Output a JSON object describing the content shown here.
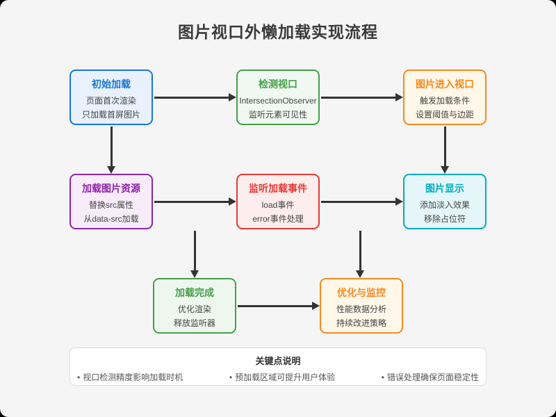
{
  "title": "图片视口外懒加载实现流程",
  "colors": {
    "canvas_bg": "#f5f5f5",
    "arrow": "#333333",
    "title_text": "#3a3a3a",
    "body_text": "#444444"
  },
  "nodes": [
    {
      "id": "initial-load",
      "title": "初始加载",
      "lines": [
        "页面首次渲染",
        "只加载首屏图片"
      ],
      "border_color": "#1976d2",
      "bg_color": "#e8f1fc",
      "title_color": "#1976d2"
    },
    {
      "id": "detect-viewport",
      "title": "检测视口",
      "lines": [
        "IntersectionObserver",
        "监听元素可见性"
      ],
      "border_color": "#43a047",
      "bg_color": "#f1f8f1",
      "title_color": "#43a047"
    },
    {
      "id": "image-enter-viewport",
      "title": "图片进入视口",
      "lines": [
        "触发加载条件",
        "设置阈值与边距"
      ],
      "border_color": "#f6891f",
      "bg_color": "#fff7e8",
      "title_color": "#f6891f"
    },
    {
      "id": "load-image-resource",
      "title": "加载图片资源",
      "lines": [
        "替换src属性",
        "从data-src加载"
      ],
      "border_color": "#8e24aa",
      "bg_color": "#f8ecfa",
      "title_color": "#8e24aa"
    },
    {
      "id": "listen-load-events",
      "title": "监听加载事件",
      "lines": [
        "load事件",
        "error事件处理"
      ],
      "border_color": "#e53935",
      "bg_color": "#fdeded",
      "title_color": "#e53935"
    },
    {
      "id": "image-display",
      "title": "图片显示",
      "lines": [
        "添加淡入效果",
        "移除占位符"
      ],
      "border_color": "#00acc1",
      "bg_color": "#e4f6f9",
      "title_color": "#00acc1"
    },
    {
      "id": "load-complete",
      "title": "加载完成",
      "lines": [
        "优化渲染",
        "释放监听器"
      ],
      "border_color": "#43a047",
      "bg_color": "#eef7ee",
      "title_color": "#43a047"
    },
    {
      "id": "optimize-monitor",
      "title": "优化与监控",
      "lines": [
        "性能数据分析",
        "持续改进策略"
      ],
      "border_color": "#f6891f",
      "bg_color": "#fff7e8",
      "title_color": "#f6891f"
    }
  ],
  "notes": {
    "title": "关键点说明",
    "bullet": "•",
    "items": [
      "视口检测精度影响加载时机",
      "预加载区域可提升用户体验",
      "错误处理确保页面稳定性"
    ]
  }
}
